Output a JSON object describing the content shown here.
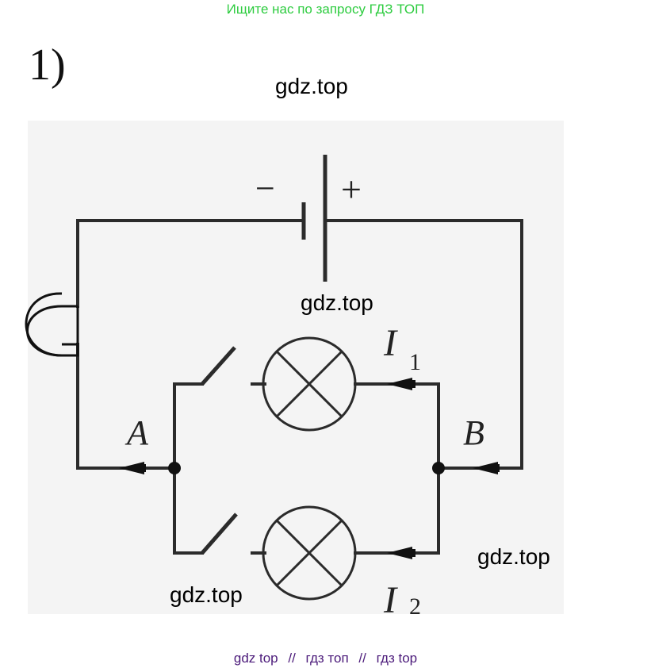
{
  "banner": "Ищите нас по запросу ГДЗ ТОП",
  "problem_number": "1)",
  "watermarks": [
    "gdz.top",
    "gdz.top",
    "gdz.top",
    "gdz.top"
  ],
  "circuit": {
    "battery_minus": "−",
    "battery_plus": "+",
    "node_a": "A",
    "node_b": "B",
    "current_1": "I",
    "current_1_sub": "1",
    "current_2": "I",
    "current_2_sub": "2"
  },
  "footer": {
    "link_1": "gdz top",
    "sep_1": "//",
    "link_2": "гдз топ",
    "sep_2": "//",
    "link_3": "гдз top"
  },
  "colors": {
    "banner": "#2ecc40",
    "footer": "#4b1a7a",
    "wire": "#2b2b2b",
    "scan_bg": "#f4f4f4"
  }
}
